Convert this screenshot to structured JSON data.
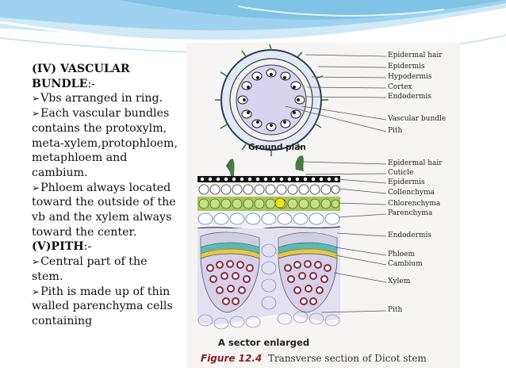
{
  "text": {
    "heading_iv_line1": "(IV) VASCULAR",
    "heading_iv_line2": "BUNDLE",
    "heading_iv_suffix": ":-",
    "b1": "Vbs arranged in ring.",
    "b2": "Each vascular bundles contains the protoxylm, meta-xylem,protophloem, metaphloem and cambium.",
    "b3": "Phloem always located toward the outside of the vb and the xylem always toward the center.",
    "heading_v": "(V)PITH",
    "heading_v_suffix": ":-",
    "b4": "Central part of the stem.",
    "b5": "Pith is made up of thin walled parenchyma cells containing"
  },
  "figure": {
    "top_labels": [
      "Epidermal hair",
      "Epidermis",
      "Hypodermis",
      "Cortex",
      "Endodermis",
      "Vascular bundle",
      "Pith"
    ],
    "ground_plan": "Ground plan",
    "bottom_labels": [
      "Epidermal hair",
      "Cuticle",
      "Epidermis",
      "Collenchyma",
      "Chlorenchyma",
      "Parenchyma",
      "Endodermis",
      "Phloem",
      "Cambium",
      "Xylem",
      "Pith"
    ],
    "sector_enlarged": "A sector enlarged",
    "caption_num": "Figure 12.4",
    "caption_text": "Transverse section of Dicot stem"
  },
  "colors": {
    "header_blue": "#7fc3e6",
    "header_light": "#cfe9f7",
    "chlorenchyma": "#a6c85c",
    "phloem_teal": "#5fb8b4",
    "cambium_yellow": "#e6c84a",
    "xylem": "#8a2a3a",
    "pith_lavender": "#d9d6ef"
  }
}
